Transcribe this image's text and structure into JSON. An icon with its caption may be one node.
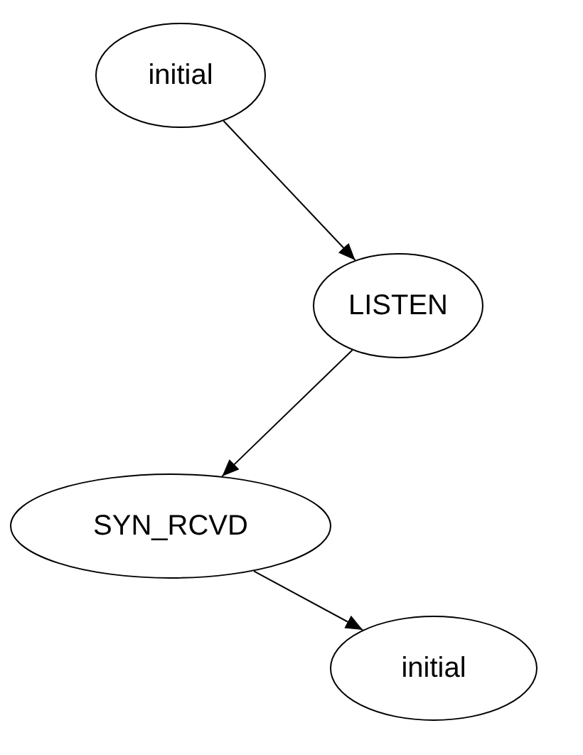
{
  "diagram": {
    "nodes": [
      {
        "text": [
          "initial"
        ]
      },
      {
        "text": [
          "LISTEN"
        ]
      },
      {
        "text": [
          "SYN_RCVD"
        ]
      },
      {
        "text": [
          "initial"
        ]
      }
    ],
    "edges": [
      {
        "from": 0,
        "to": 1,
        "arrow": "to"
      },
      {
        "from": 1,
        "to": 2,
        "arrow": "to"
      },
      {
        "from": 2,
        "to": 3,
        "arrow": "to"
      }
    ]
  }
}
